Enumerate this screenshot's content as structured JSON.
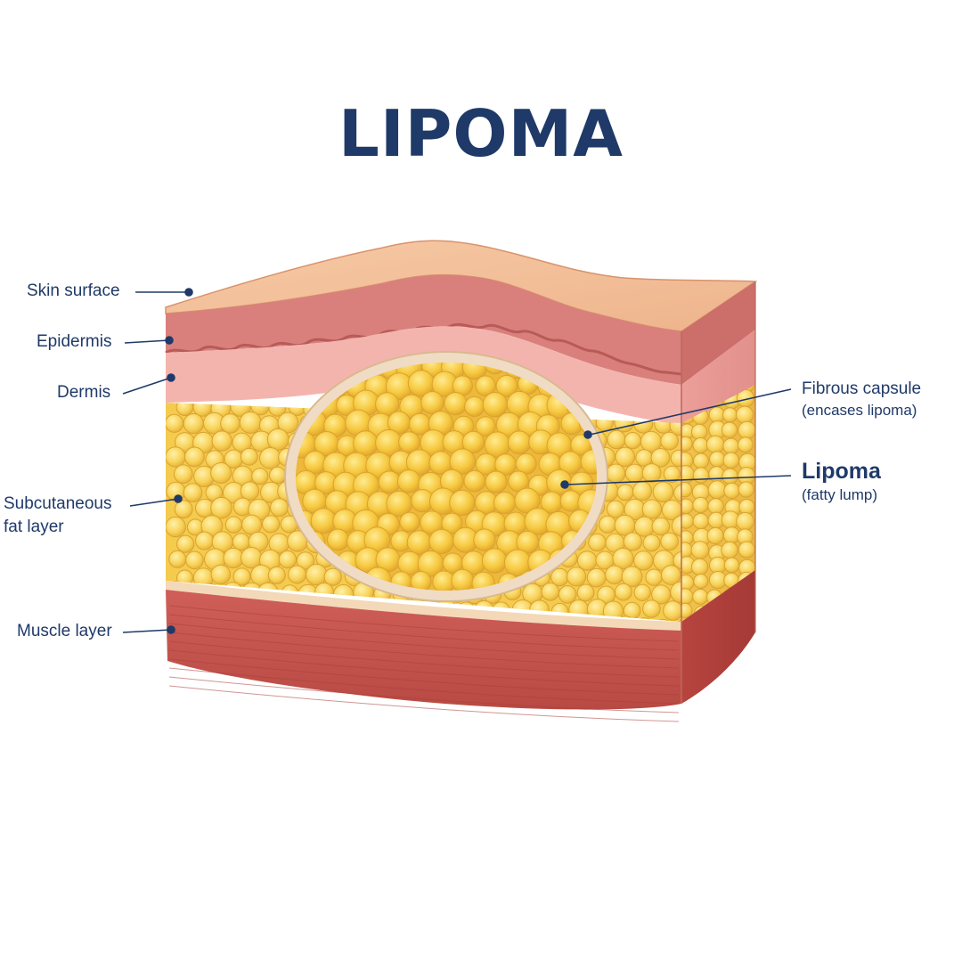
{
  "title": "LIPOMA",
  "colors": {
    "title": "#1f3a68",
    "label": "#1f3a68",
    "leader": "#1f3a68",
    "skin_top": "#f3bf98",
    "epidermis": "#d97f7c",
    "dermis": "#f4b1ac",
    "fat": "#f7cf52",
    "fat_cell": "#f8d866",
    "lipoma": "#f4c63c",
    "capsule": "#f2dcc4",
    "muscle": "#c8544f"
  },
  "labels": {
    "skin_surface": "Skin surface",
    "epidermis": "Epidermis",
    "dermis": "Dermis",
    "subcutaneous_line1": "Subcutaneous",
    "subcutaneous_line2": "fat layer",
    "muscle_layer": "Muscle layer",
    "fibrous_capsule": "Fibrous capsule",
    "fibrous_capsule_note": "(encases lipoma)",
    "lipoma": "Lipoma",
    "lipoma_note": "(fatty lump)"
  }
}
